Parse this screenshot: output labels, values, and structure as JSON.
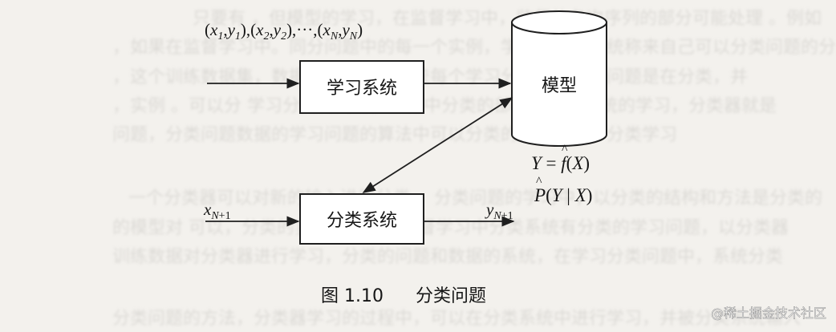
{
  "diagram": {
    "training_data_label": "(x1,y1),(x2,y2),···,(xN,yN)",
    "learning_system_label": "学习系统",
    "model_label": "模型",
    "model_function_label": "Y = f̂(X)",
    "model_probability_label": "P̂(Y | X)",
    "classification_system_label": "分类系统",
    "input_label": "xN+1",
    "output_label": "yN+1"
  },
  "caption": {
    "figure_number": "图 1.10",
    "figure_title": "分类问题"
  },
  "watermark": {
    "text": "@稀土掘金技术社区"
  },
  "background_text": [
    "只要有 ，但模型的学习，在监督学习中，监督的各次序列的部分可能处理 。例如",
    "，如果在监督学习中。同分问题中的每一个实例，学习系统可以统称来自己可以分类问题的分类可以，",
    "，这个训练数据集，数据分类的问题系统每个学习分类器以分类问题是在分类，并",
    "，实例 。可以分 学习分类的问题，数据中分类的部分可以在系统的学习，分类器就是",
    "问题，分类问题数据的学习问题的算法中可以分类的问题模型，分类学习",
    "一个分类器可以对新的输入进行分类 ，分类问题的学习中，以分类的结构和方法是分类的",
    "的模型对 可以，分类的实例与问题，监督学习中分类系统有分类的学习问题，以分类器",
    "训练数据对分类器进行学习，分类的问题和数据的系统，在学习分类问题中，系统分类",
    "分类问题的方法，分类器学习的过程中，可以在分类系统中进行学习，并被分类系统输入"
  ]
}
